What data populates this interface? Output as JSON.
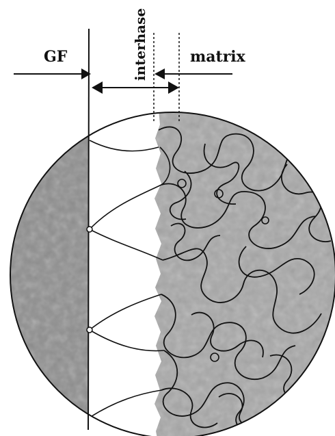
{
  "labels": {
    "fiber": "GF",
    "interphase": "interhase",
    "matrix": "matrix"
  },
  "colors": {
    "background": "#ffffff",
    "ink": "#111111",
    "fiber_fill": "#8f8f8f",
    "matrix_fill": "#a9a9a9",
    "interphase_fill": "#ffffff"
  }
}
